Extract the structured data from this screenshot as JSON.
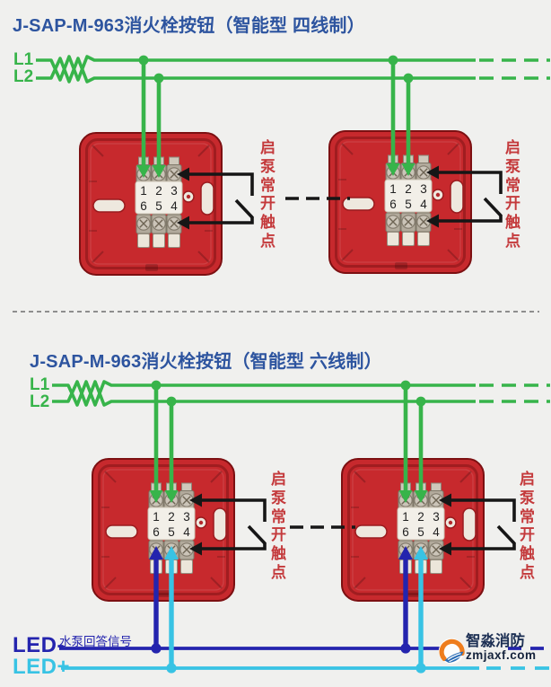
{
  "colors": {
    "background": "#f0f0ee",
    "wire_green": "#37b44a",
    "wire_blue": "#2424ae",
    "wire_cyan": "#38c3e4",
    "wire_black": "#161616",
    "title_blue": "#2d549f",
    "label_red": "#c43a3c",
    "device_red": "#c7292d",
    "device_red_dark": "#7c1012",
    "plate": "#f2efe8"
  },
  "top_diagram": {
    "title": "J-SAP-M-963消火栓按钮（智能型 四线制）",
    "line1_label": "L1",
    "line2_label": "L2",
    "contact_label": "启泵常开触点"
  },
  "bottom_diagram": {
    "title": "J-SAP-M-963消火栓按钮（智能型 六线制）",
    "line1_label": "L1",
    "line2_label": "L2",
    "contact_label": "启泵常开触点",
    "led_minus_label": "LED-",
    "led_plus_label": "LED+",
    "pump_answer_label": "水泵回答信号"
  },
  "device_terminals": {
    "top_row": [
      "1",
      "2",
      "3"
    ],
    "bottom_row": [
      "6",
      "5",
      "4"
    ]
  },
  "watermark": {
    "brand": "智淼消防",
    "site": "zmjaxf.com"
  }
}
